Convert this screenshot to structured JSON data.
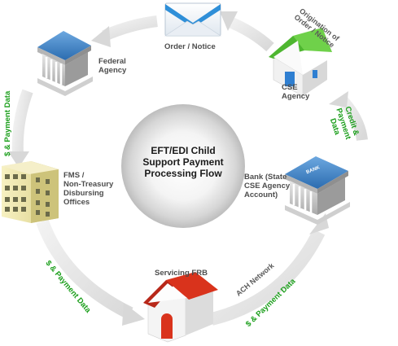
{
  "center": {
    "title": "EFT/EDI Child\nSupport Payment\nProcessing Flow"
  },
  "nodes": {
    "order_notice": "Order / Notice",
    "federal_agency": "Federal\nAgency",
    "cse_agency": "CSE\nAgency",
    "origination": "Origination of\nOrder / Notice",
    "fms": "FMS /\nNon-Treasury\nDisbursing\nOffices",
    "bank": "Bank (State\nCSE Agency\nAccount)",
    "servicing_frb": "Servicing FRB",
    "bank_sign": "BANK"
  },
  "flow_labels": {
    "left_payment": "$ & Payment Data",
    "credit_payment": "Credit &\nPayment Data",
    "bottom_left_payment": "$ & Payment Data",
    "bottom_right_payment": "$ & Payment Data",
    "ach_network": "ACH Network"
  },
  "colors": {
    "arrow": "#e2e2e2",
    "green_text": "#1a9e1a",
    "label_gray": "#4d4d4d",
    "house_roof": "#d9331c",
    "cse_roof": "#5cc83a",
    "envelope": "#2f8fd8",
    "building_yellow": "#efe7a6"
  }
}
